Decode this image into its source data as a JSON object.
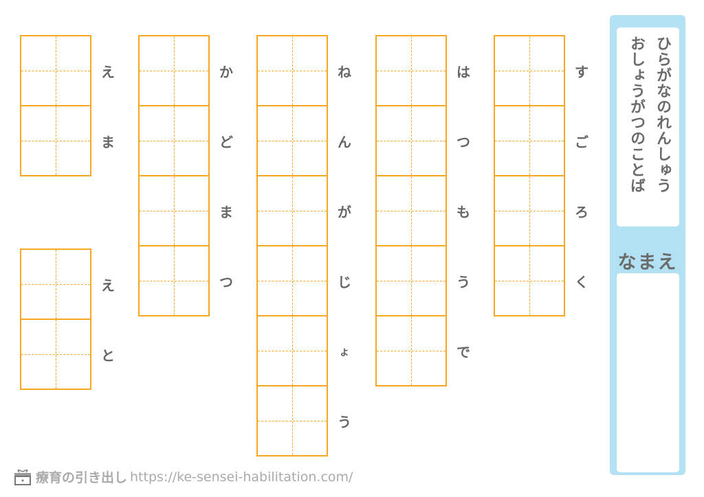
{
  "title_lines": [
    "ひらがなのれんしゅう",
    "おしょうがつのことば"
  ],
  "name_label": "なまえ",
  "words": [
    {
      "id": "ema",
      "chars": [
        "え",
        "ま"
      ]
    },
    {
      "id": "eto",
      "chars": [
        "え",
        "と"
      ]
    },
    {
      "id": "kadomatsu",
      "chars": [
        "か",
        "ど",
        "ま",
        "つ"
      ]
    },
    {
      "id": "nengajou",
      "chars": [
        "ね",
        "ん",
        "が",
        "じ",
        "ょ",
        "う"
      ]
    },
    {
      "id": "hatsumoude",
      "chars": [
        "は",
        "つ",
        "も",
        "う",
        "で"
      ]
    },
    {
      "id": "sugoroku",
      "chars": [
        "す",
        "ご",
        "ろ",
        "く"
      ]
    }
  ],
  "footer": {
    "brand": "療育の引き出し",
    "url": "https://ke-sensei-habilitation.com/"
  },
  "colors": {
    "grid": "#f7a823",
    "panel": "#b1e1f3",
    "text": "#666666"
  }
}
